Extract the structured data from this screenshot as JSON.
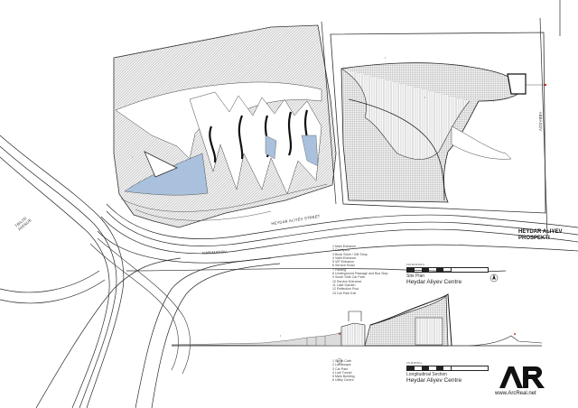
{
  "site_plan": {
    "legend": [
      "1  Main Entrance",
      "2  Courtyard",
      "3  Book Store / Gift Shop",
      "4  Valet Entrance",
      "5  VIP Entrance",
      "6  Service Road",
      "7  Parking",
      "8  Underground Passage and Bus Stop",
      "9  South Side Car Park",
      "10  Service Entrance",
      "11  Lake Garden",
      "12  Reflection Pool",
      "13  Car Park Exit"
    ],
    "title_small": "Site Plan",
    "title_large": "Heydar Aliyev Centre",
    "scale_numbers": "0    10    20         50             100 m"
  },
  "section": {
    "legend": [
      "1  South Cafe",
      "2  Landscape",
      "3  Car Park",
      "4  Link Tunnel",
      "5  Main Building",
      "6  Utility Centre"
    ],
    "title_small": "Longitudinal Section",
    "title_large": "Heydar Aliyev Centre",
    "scale_numbers": "0   5   10          25           50 m"
  },
  "streets": {
    "main": "HEYDAR ALIYEV PROSPEKTI",
    "service": "HEYDAR ALIYEV STREET",
    "lower": "NARIMANOV",
    "left": "TBILISI AVENUE",
    "right": "ABBASOV"
  },
  "logo": {
    "mark": "AR",
    "url": "www.ArcReal.net"
  },
  "colors": {
    "hatch": "#8a8a8a",
    "pool": "#a9c1dc",
    "line": "#2a2a2a",
    "marker": "#c0302a"
  }
}
